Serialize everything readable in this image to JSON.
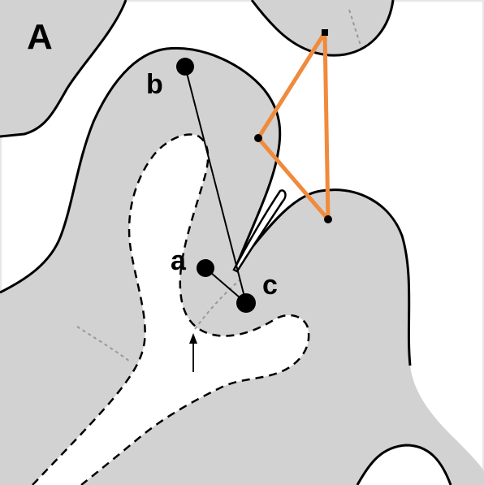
{
  "figure": {
    "panel_label": "A",
    "point_labels": {
      "a": "a",
      "b": "b",
      "c": "c"
    }
  },
  "colors": {
    "tissue_gray": "#d2d2d2",
    "white_matter": "#ffffff",
    "outline": "#000000",
    "triangle_orange": "#f08a3c",
    "dotted_gray": "#999999"
  },
  "icons": {
    "pointer": "up-arrow-icon"
  }
}
